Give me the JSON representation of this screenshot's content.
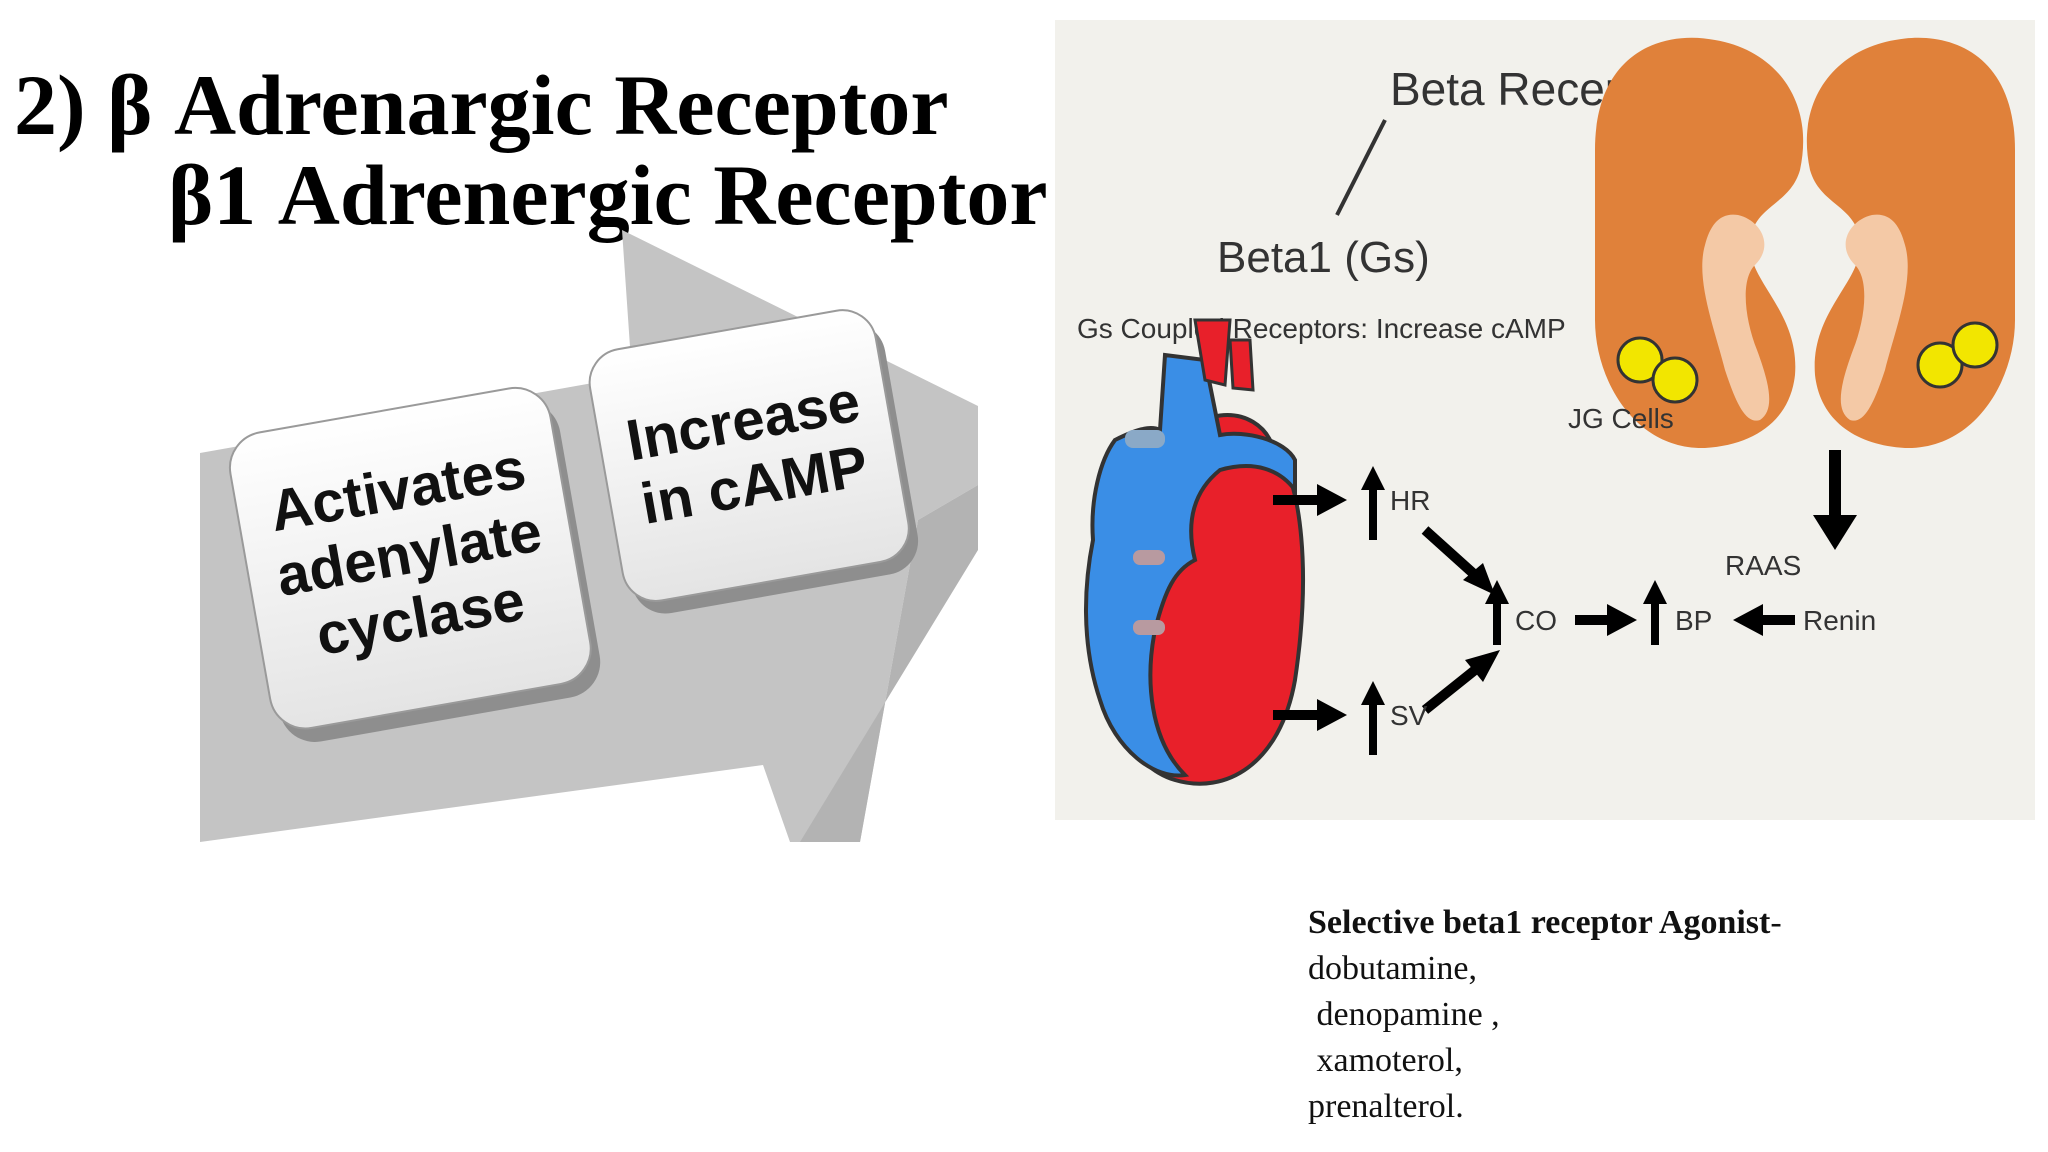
{
  "titles": {
    "line1": "2) β Adrenargic Receptor",
    "line2": "β1 Adrenergic Receptor"
  },
  "left_graphic": {
    "key1_lines": [
      "Activates",
      "adenylate",
      "cyclase"
    ],
    "key2_lines": [
      "Increase",
      "in cAMP"
    ]
  },
  "right_diagram": {
    "beta_receptors": "Beta Receptors",
    "beta1_gs": "Beta1 (Gs)",
    "gs_coupled": "Gs Coupled Receptors: Increase cAMP",
    "jg_cells": "JG Cells",
    "hr": "HR",
    "sv": "SV",
    "co": "CO",
    "bp": "BP",
    "raas": "RAAS",
    "renin": "Renin",
    "colors": {
      "kidney": "#e0813a",
      "ureter": "#f4c9a6",
      "jg_dots": "#f2e600",
      "heart_red": "#e8202a",
      "heart_blue": "#3a8ee6",
      "panel_bg": "#f2f1ec"
    }
  },
  "agonist": {
    "heading": "Selective beta1 receptor Agonist",
    "heading_suffix": "-",
    "drugs": [
      "dobutamine,",
      " denopamine ,",
      " xamoterol,",
      "prenalterol."
    ]
  }
}
